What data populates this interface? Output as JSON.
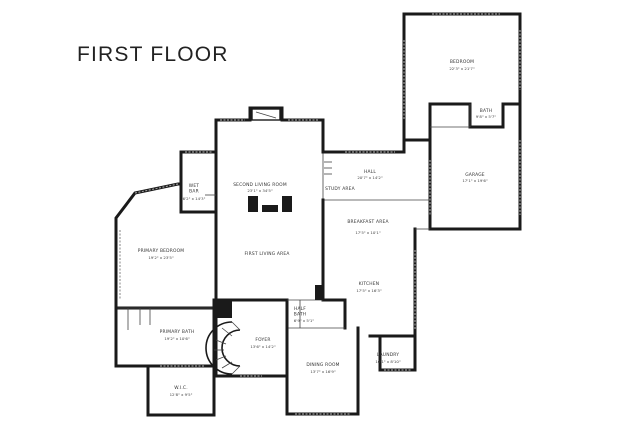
{
  "floor_title": "FIRST FLOOR",
  "rooms": {
    "bedroom": {
      "name": "BEDROOM",
      "dim": "22'3\" x 21'7\""
    },
    "bath": {
      "name": "BATH",
      "dim": "9'8\" x 5'7\""
    },
    "hall": {
      "name": "HALL",
      "dim": "20'7\" x 14'2\""
    },
    "garage": {
      "name": "GARAGE",
      "dim": "17'1\" x 19'6\""
    },
    "wet_bar": {
      "name": "WET BAR",
      "dim": "6'2\" x 14'3\""
    },
    "second_living_room": {
      "name": "SECOND LIVING ROOM",
      "dim": "23'1\" x 34'5\""
    },
    "study_area": {
      "name": "STUDY AREA",
      "dim": ""
    },
    "breakfast_area": {
      "name": "BREAKFAST AREA",
      "dim": "17'5\" x 10'1\""
    },
    "primary_bedroom": {
      "name": "PRIMARY BEDROOM",
      "dim": "19'2\" x 23'5\""
    },
    "first_living_area": {
      "name": "FIRST LIVING AREA",
      "dim": ""
    },
    "kitchen": {
      "name": "KITCHEN",
      "dim": "17'5\" x 16'3\""
    },
    "half_bath": {
      "name": "HALF BATH",
      "dim": "6'9\" x 5'1\""
    },
    "primary_bath": {
      "name": "PRIMARY BATH",
      "dim": "19'2\" x 10'6\""
    },
    "foyer": {
      "name": "FOYER",
      "dim": "13'6\" x 14'2\""
    },
    "laundry": {
      "name": "LAUNDRY",
      "dim": "10'1\" x 8'10\""
    },
    "dining_room": {
      "name": "DINING ROOM",
      "dim": "13'7\" x 16'9\""
    },
    "wic": {
      "name": "W.I.C.",
      "dim": "12'8\" x 9'5\""
    }
  }
}
